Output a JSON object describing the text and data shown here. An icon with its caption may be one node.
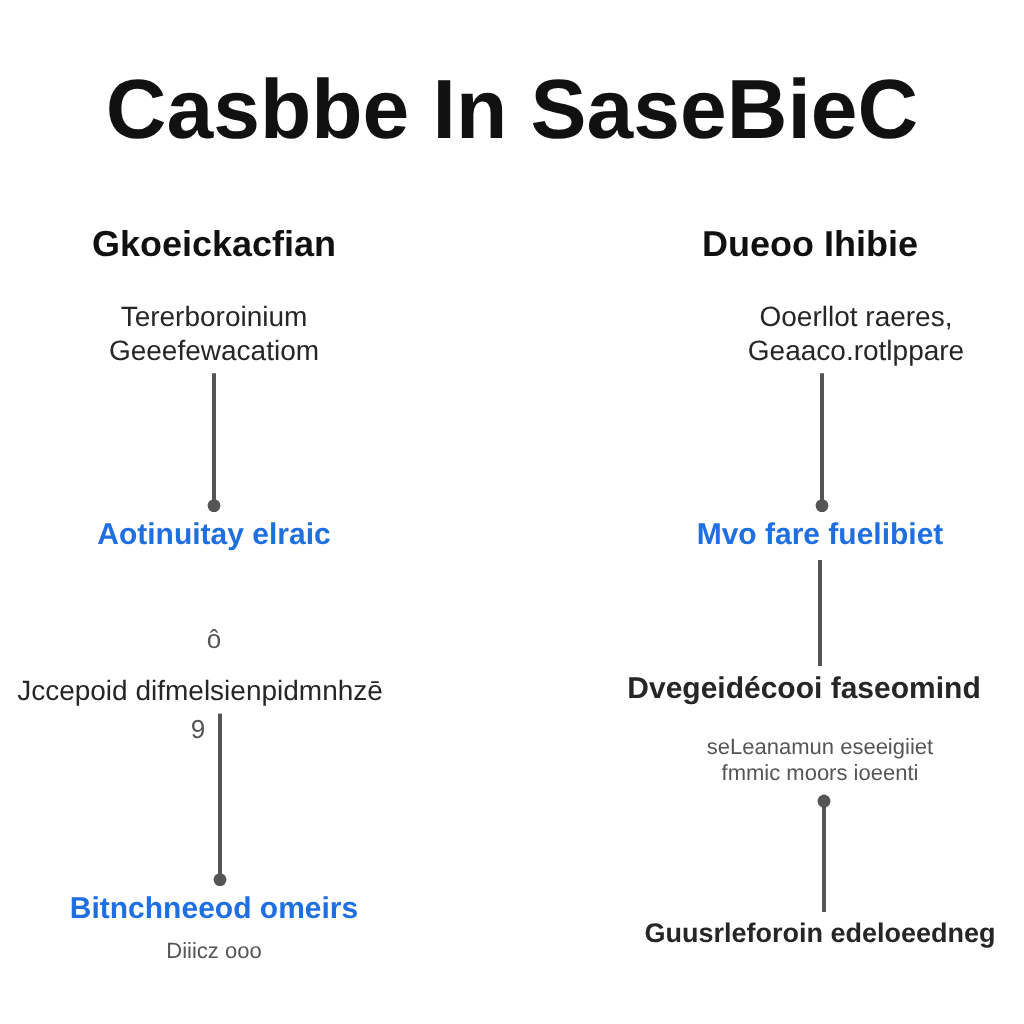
{
  "diagram": {
    "title": "Casbbe In SaseBieC",
    "nodes": [
      {
        "text": [
          "Tererboroinium Geeefewacatiom"
        ]
      },
      {
        "text": [
          "Aotinuitay elraic"
        ]
      },
      {
        "text": [
          "Jccepoid difmelsienpidmnhzē"
        ],
        "beside": [
          "ô",
          "9"
        ]
      },
      {
        "text": [
          "Bitnchneeod omeirs"
        ],
        "beside": [
          "Diiicz ooo"
        ]
      },
      {
        "text": [
          "Ooerllot raeres, Geaaco.rotlppare"
        ]
      },
      {
        "text": [
          "Mvo fare fuelibiet"
        ]
      },
      {
        "text": [
          "Dvegeidécooi faseomind"
        ]
      },
      {
        "text": [
          "seLeanamun eseeigiiet fmmic moors ioeenti"
        ]
      },
      {
        "text": [
          "Guusrleforoin edeloeedneg"
        ]
      }
    ],
    "edges": [
      {
        "from": 0,
        "to": 1,
        "arrow": "other"
      },
      {
        "from": 2,
        "to": 3,
        "arrow": "other"
      },
      {
        "from": 4,
        "to": 5,
        "arrow": "other"
      },
      {
        "from": 5,
        "to": 6,
        "arrow": "none"
      },
      {
        "from": 8,
        "to": 7,
        "arrow": "other"
      }
    ],
    "labels": [
      "Gkoeickacfian",
      "Dueoo Ihibie"
    ]
  }
}
